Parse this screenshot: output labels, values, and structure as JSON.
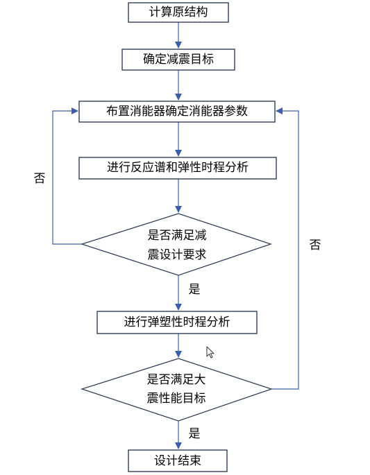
{
  "nodes": {
    "calc_original": "计算原结构",
    "set_target": "确定减震目标",
    "arrange_dampers": "布置消能器确定消能器参数",
    "spectrum_analysis": "进行反应谱和弹性时程分析",
    "check_design_line1": "是否满足减",
    "check_design_line2": "震设计要求",
    "plastic_analysis": "进行弹塑性时程分析",
    "check_major_line1": "是否满足大",
    "check_major_line2": "震性能目标",
    "end": "设计结束"
  },
  "edges": {
    "yes_1": "是",
    "no_1": "否",
    "yes_2": "是",
    "no_2": "否"
  },
  "colors": {
    "arrow": "#3a5ea8",
    "border": "#2f3f57"
  },
  "icons": {
    "cursor": "mouse-pointer-icon"
  }
}
